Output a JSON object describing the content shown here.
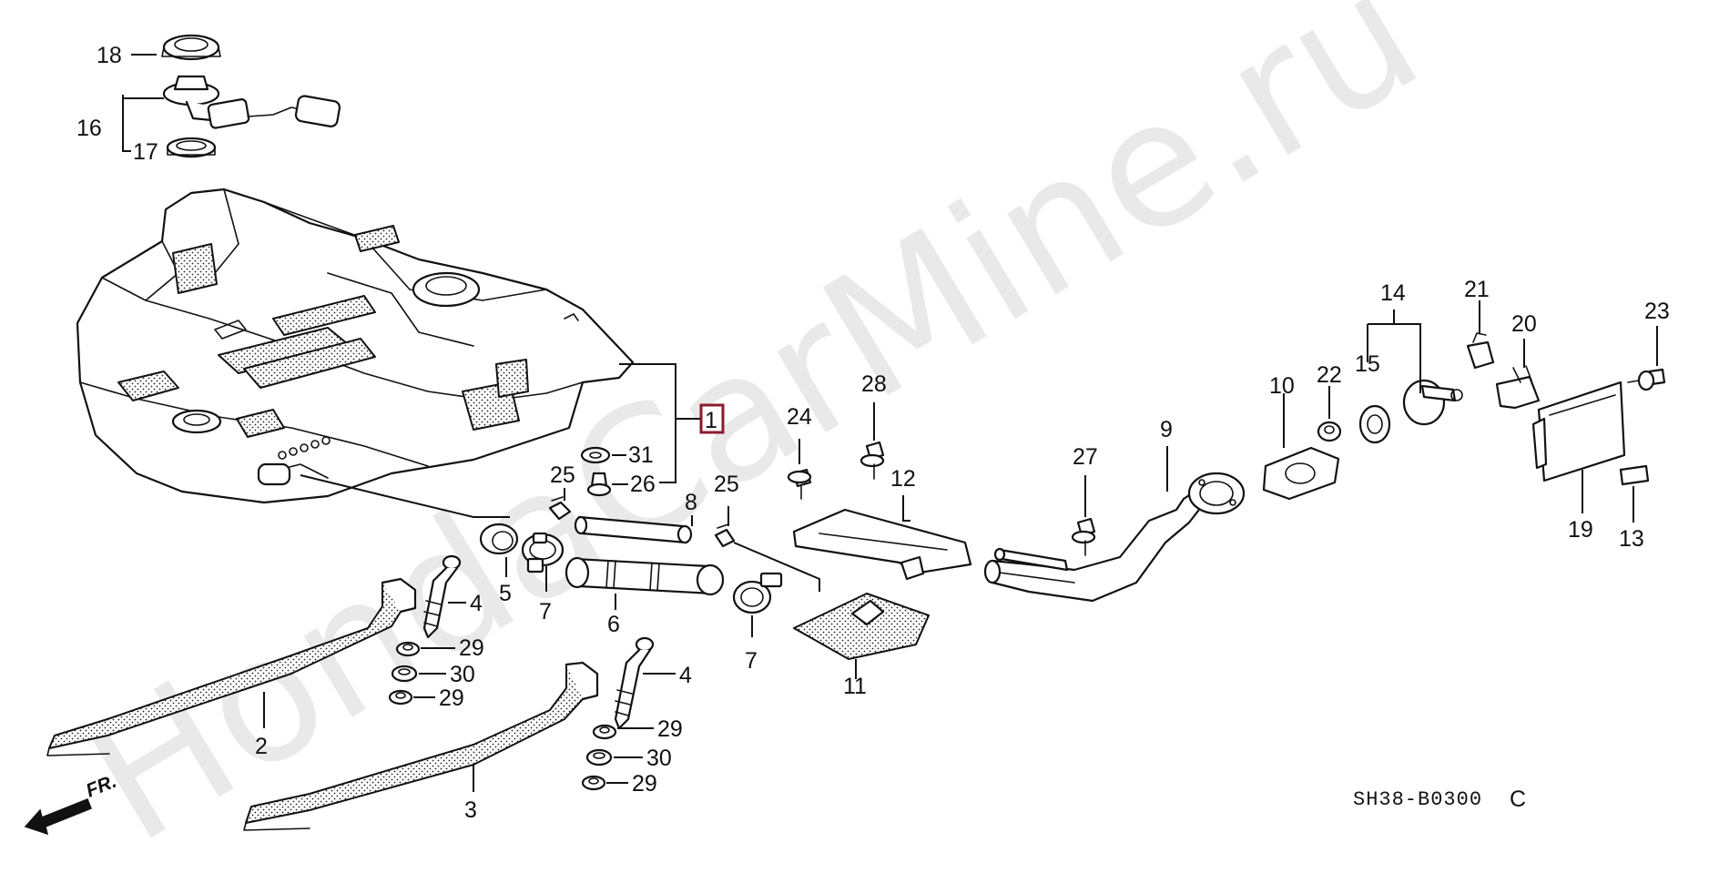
{
  "diagram": {
    "diagram_code": "SH38-B0300",
    "diagram_code_suffix": "C",
    "front_marker": "FR.",
    "watermark": "HondaCarMine.ru",
    "highlight_color": "#8b1a2b",
    "highlighted_part": "1"
  },
  "parts": {
    "p1": "1",
    "p2": "2",
    "p3": "3",
    "p4a": "4",
    "p4b": "4",
    "p5": "5",
    "p6": "6",
    "p7a": "7",
    "p7b": "7",
    "p8": "8",
    "p9": "9",
    "p10": "10",
    "p11": "11",
    "p12": "12",
    "p13": "13",
    "p14": "14",
    "p15": "15",
    "p16": "16",
    "p17": "17",
    "p18": "18",
    "p19": "19",
    "p20": "20",
    "p21": "21",
    "p22": "22",
    "p23": "23",
    "p24": "24",
    "p25a": "25",
    "p25b": "25",
    "p26": "26",
    "p27": "27",
    "p28": "28",
    "p29a": "29",
    "p29b": "29",
    "p29c": "29",
    "p29d": "29",
    "p30a": "30",
    "p30b": "30",
    "p31": "31"
  }
}
